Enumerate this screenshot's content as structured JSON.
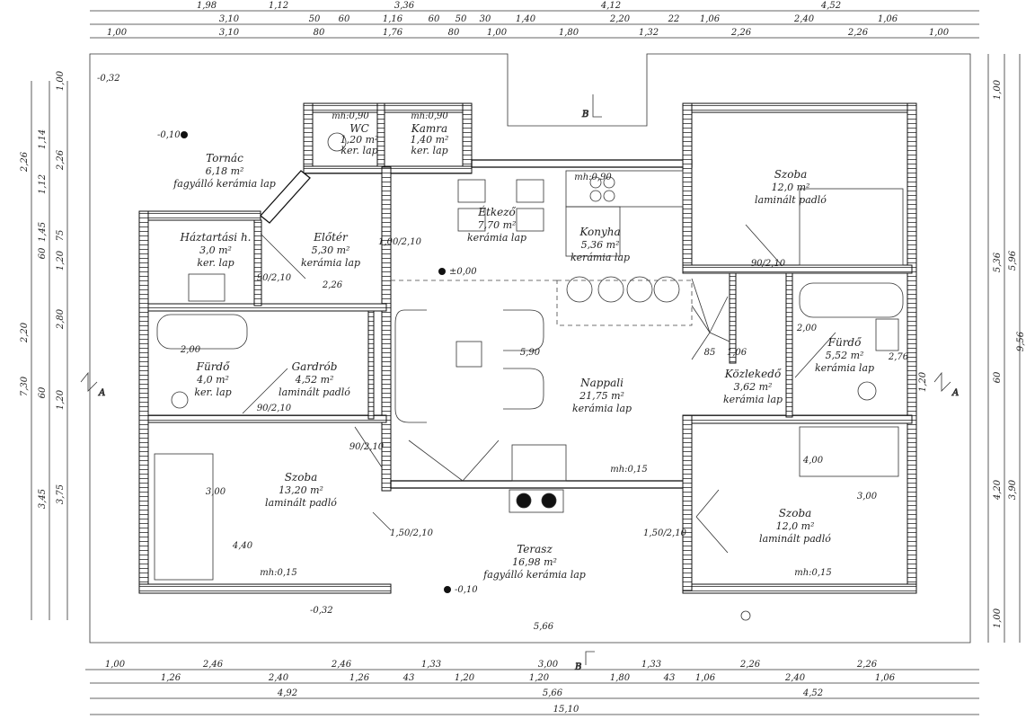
{
  "plan": {
    "rooms": [
      {
        "name": "Tornác",
        "area": "6,18 m²",
        "floor": "fagyálló kerámia lap"
      },
      {
        "name": "WC",
        "area": "1,20 m²",
        "floor": "ker. lap"
      },
      {
        "name": "Kamra",
        "area": "1,40 m²",
        "floor": "ker. lap"
      },
      {
        "name": "Háztartási h.",
        "area": "3,0 m²",
        "floor": "ker. lap"
      },
      {
        "name": "Előtér",
        "area": "5,30 m²",
        "floor": "kerámia lap"
      },
      {
        "name": "Étkező",
        "area": "7,70 m²",
        "floor": "kerámia lap"
      },
      {
        "name": "Konyha",
        "area": "5,36 m²",
        "floor": "kerámia lap"
      },
      {
        "name": "Szoba",
        "area": "12,0 m²",
        "floor": "laminált padló"
      },
      {
        "name": "Fürdő",
        "area": "4,0 m²",
        "floor": "ker. lap"
      },
      {
        "name": "Gardrób",
        "area": "4,52 m²",
        "floor": "laminált padló"
      },
      {
        "name": "Nappali",
        "area": "21,75 m²",
        "floor": "kerámia lap"
      },
      {
        "name": "Közlekedő",
        "area": "3,62 m²",
        "floor": "kerámia lap"
      },
      {
        "name": "Fürdő",
        "area": "5,52 m²",
        "floor": "kerámia lap"
      },
      {
        "name": "Szoba",
        "area": "13,20 m²",
        "floor": "laminált padló"
      },
      {
        "name": "Szoba",
        "area": "12,0 m²",
        "floor": "laminált padló"
      },
      {
        "name": "Terasz",
        "area": "16,98 m²",
        "floor": "fagyálló kerámia lap"
      }
    ],
    "levels": [
      "±0,00",
      "-0,10",
      "-0,32",
      "-0,10",
      "-0,32"
    ],
    "section_marks": [
      "B",
      "A",
      "A",
      "B"
    ],
    "openings": [
      "90/2,10",
      "90/2,10",
      "1,00/2,10",
      "90/2,10",
      "1,50/2,10",
      "1,50/2,10",
      "90/2,10",
      "mh:0,15",
      "mh:0,15",
      "mh:0,15",
      "mh:0,90",
      "mh:0,90",
      "mh:0,90",
      "85",
      "5,90",
      "4,40",
      "4,00",
      "3,00",
      "3,00",
      "5,66",
      "2,00",
      "2,00",
      "2,26",
      "1,06",
      "2,76"
    ]
  },
  "dimensions": {
    "top_row1": [
      "1,98",
      "1,12",
      "3,36",
      "4,12",
      "4,52"
    ],
    "top_row2": [
      "3,10",
      "50",
      "60",
      "1,16",
      "60",
      "50",
      "30",
      "1,40",
      "2,20",
      "22",
      "1,06",
      "2,40",
      "1,06"
    ],
    "top_row3": [
      "1,00",
      "3,10",
      "80",
      "1,76",
      "80",
      "1,00",
      "1,80",
      "1,32",
      "2,26",
      "2,26",
      "1,00"
    ],
    "bottom_row1": [
      "1,00",
      "2,46",
      "2,46",
      "1,33",
      "3,00",
      "1,33",
      "2,26",
      "2,26"
    ],
    "bottom_row2": [
      "1,26",
      "2,40",
      "1,26",
      "43",
      "1,20",
      "1,20",
      "1,80",
      "43",
      "1,06",
      "2,40",
      "1,06"
    ],
    "bottom_row3": [
      "4,92",
      "5,66",
      "4,52"
    ],
    "bottom_row4": [
      "15,10"
    ],
    "left": [
      "1,00",
      "1,14",
      "2,26",
      "1,12",
      "2,26",
      "1,45",
      "75",
      "60",
      "1,20",
      "2,20",
      "2,80",
      "60",
      "1,20",
      "7,30",
      "3,45",
      "3,75"
    ],
    "right": [
      "1,00",
      "5,36",
      "5,96",
      "9,56",
      "60",
      "1,20",
      "4,20",
      "3,90",
      "1,00"
    ]
  }
}
